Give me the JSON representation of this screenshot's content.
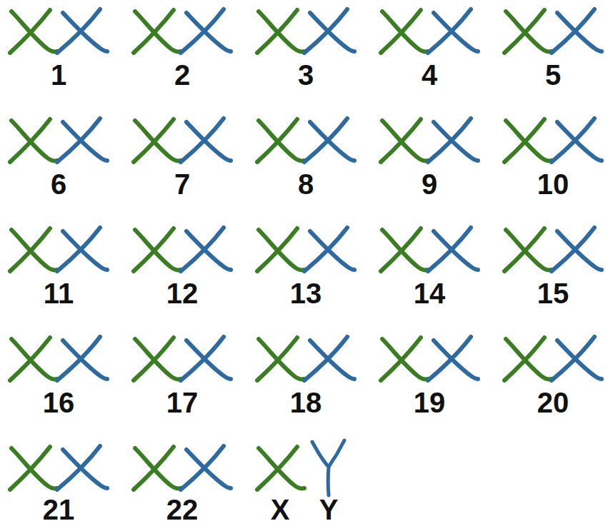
{
  "diagram": {
    "labels": [
      "1",
      "2",
      "3",
      "4",
      "5",
      "6",
      "7",
      "8",
      "9",
      "10",
      "11",
      "12",
      "13",
      "14",
      "15",
      "16",
      "17",
      "18",
      "19",
      "20",
      "21",
      "22",
      "X",
      "Y"
    ]
  }
}
